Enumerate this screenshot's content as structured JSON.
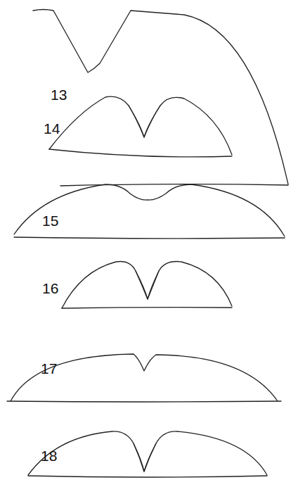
{
  "diagram": {
    "labels": [
      "13",
      "14",
      "15",
      "16",
      "17",
      "18"
    ]
  }
}
